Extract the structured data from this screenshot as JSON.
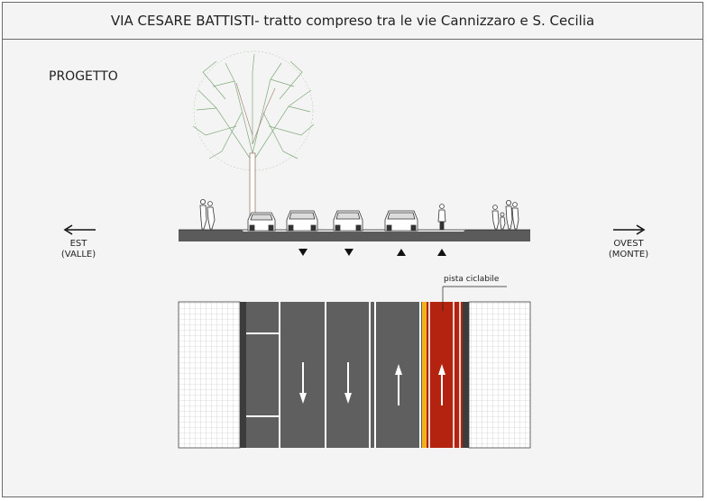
{
  "title": "VIA CESARE BATTISTI- tratto compreso tra le vie Cannizzaro e S. Cecilia",
  "section_label": "PROGETTO",
  "east": {
    "line1": "EST",
    "line2": "(VALLE)"
  },
  "west": {
    "line1": "OVEST",
    "line2": "(MONTE)"
  },
  "bike_lane_label": "pista ciclabile",
  "lanes": [
    {
      "type": "parking",
      "direction": ""
    },
    {
      "type": "traffic",
      "direction": "down"
    },
    {
      "type": "traffic",
      "direction": "down"
    },
    {
      "type": "traffic",
      "direction": "up"
    },
    {
      "type": "bike",
      "direction": "up"
    }
  ],
  "colors": {
    "asphalt": "#5f5f5f",
    "curb": "#3c3c3c",
    "bike_lane": "#b4230f",
    "bike_edge": "#f2b21b",
    "paving": "#ffffff",
    "grid_line": "#bdbdbd",
    "tree_green": "#7fa97a",
    "tree_trunk": "#9b7a6a"
  }
}
